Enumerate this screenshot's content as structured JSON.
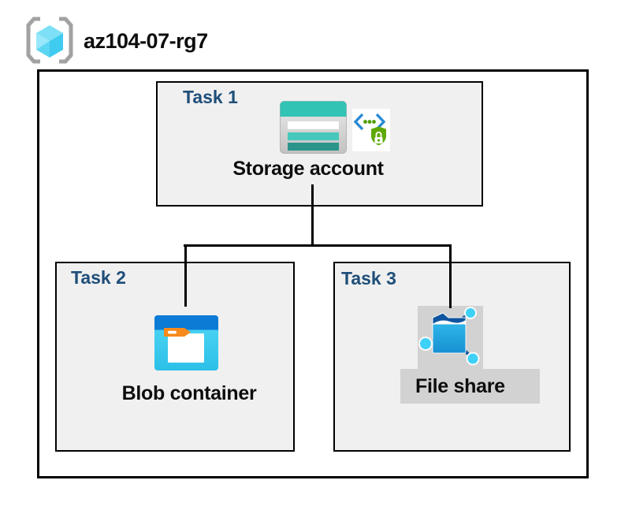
{
  "header": {
    "resource_group_name": "az104-07-rg7"
  },
  "tasks": [
    {
      "label": "Task 1",
      "item": "Storage account"
    },
    {
      "label": "Task 2",
      "item": "Blob container"
    },
    {
      "label": "Task 3",
      "item": "File share"
    }
  ],
  "icons": {
    "resource_group": "azure-resource-group-icon (cube in gray brackets)",
    "storage_account": "storage-account-icon (teal bars card)",
    "secure_access": "secure-endpoint-icon (angle brackets, green dots, green shield with lock)",
    "blob_container": "blob-container-icon (blue window with white folder and orange tag)",
    "file_share": "file-share-icon (blue folder with network nodes)"
  },
  "colors": {
    "task_label_navy": "#1f4e79",
    "box_fill_gray": "#f0f0f0",
    "highlight_gray": "#d2d2d2",
    "border_black": "#000000",
    "storage_teal_top": "#33c3b5",
    "storage_teal_mid": "#45c8bb",
    "storage_teal_dark": "#2a948a",
    "blob_bar_blue": "#0b7bd6",
    "blob_body_cyan": "#3ecdf0",
    "tab_orange": "#f78a1c",
    "fileshare_navy": "#0f55a0",
    "fileshare_front_blue": "#22a3dd",
    "node_cyan": "#3ed1f7",
    "shield_green": "#5fa804",
    "chevron_blue": "#2a8ad4",
    "bracket_gray": "#a2a2a2",
    "cube_blue_top": "#7de0f7"
  }
}
